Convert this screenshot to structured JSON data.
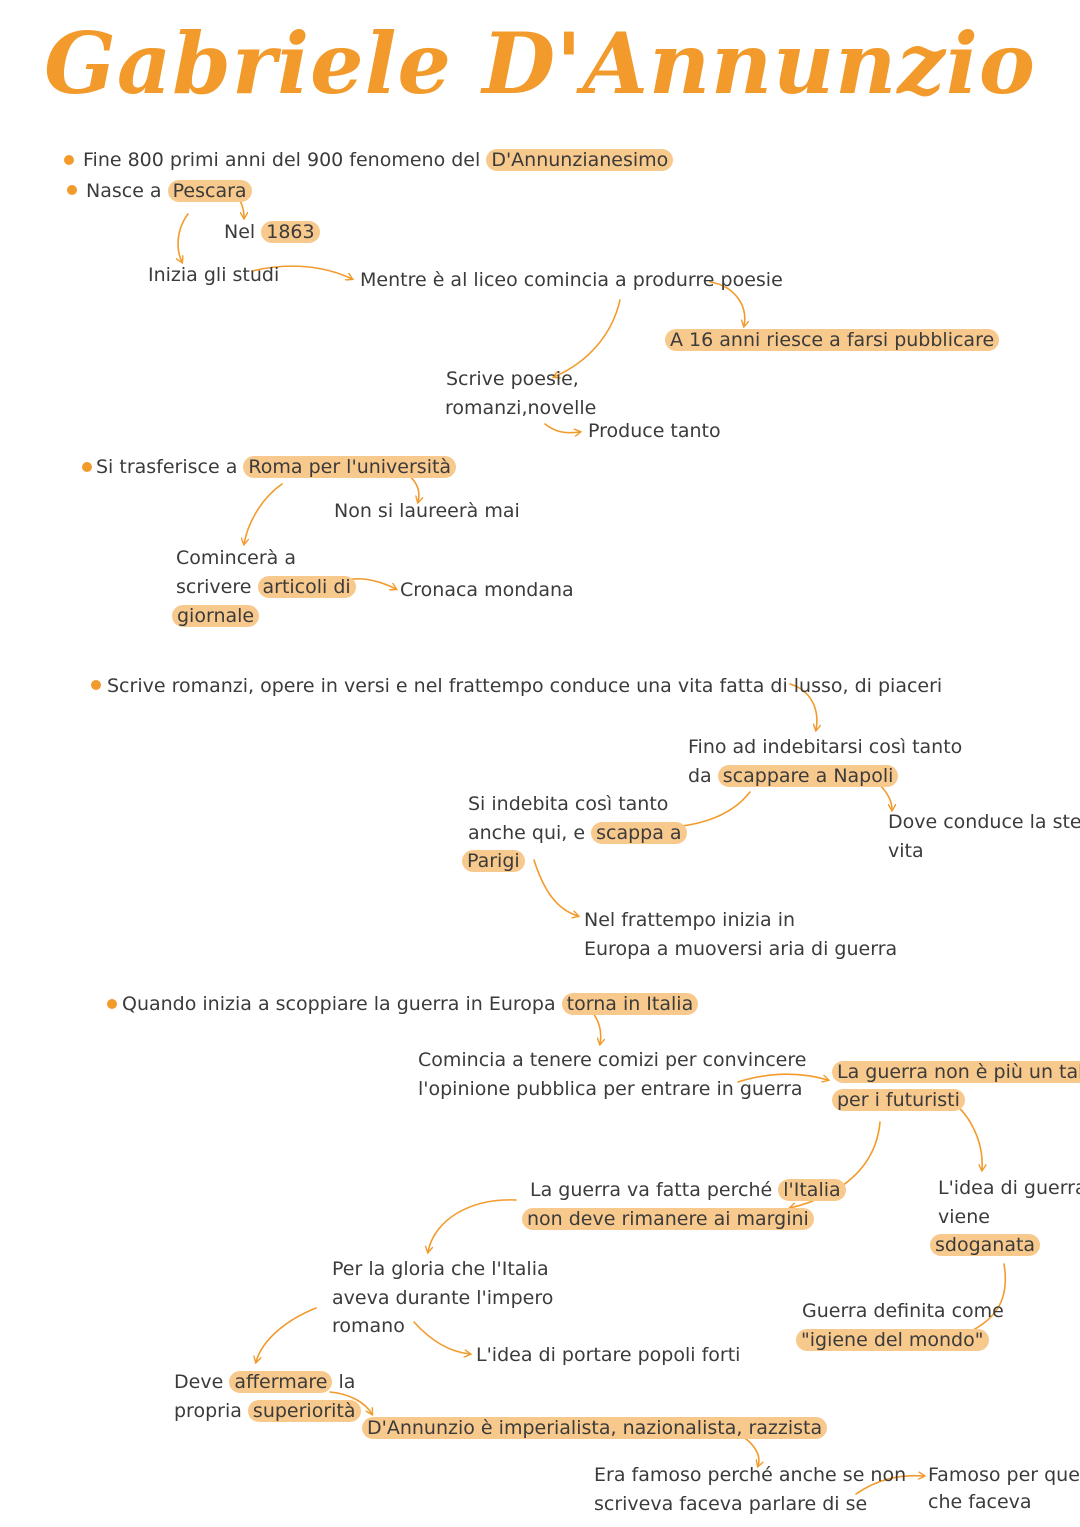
{
  "title": "Gabriele D'Annunzio",
  "accent_color": "#f29b2c",
  "highlight_color": "#f8c98c",
  "notes": {
    "b1_pre": "Fine 800 primi anni del 900 fenomeno del",
    "b1_hl": "D'Annunzianesimo",
    "b2_pre": "Nasce a",
    "b2_hl": "Pescara",
    "nel": "Nel",
    "year": "1863",
    "studi": "Inizia gli studi",
    "liceo": "Mentre è al liceo comincia a produrre poesie",
    "pubblicare": "A 16 anni riesce a farsi pubblicare",
    "scrive1": "Scrive poesie,",
    "scrive2": "romanzi,novelle",
    "produce": "Produce tanto",
    "b3_pre": "Si trasferisce a",
    "b3_hl": "Roma per l'università",
    "laurea": "Non si laureerà mai",
    "art1": "Comincerà a",
    "art2_pre": "scrivere",
    "art2_hl": "articoli di",
    "art3_hl": "giornale",
    "cronaca": "Cronaca mondana",
    "b4": "Scrive romanzi, opere in versi e nel frattempo conduce una vita fatta di lusso, di piaceri",
    "ind1": "Fino ad indebitarsi così tanto",
    "ind2_pre": "da",
    "ind2_hl": "scappare a Napoli",
    "stessa1": "Dove conduce la stessa",
    "stessa2": "vita",
    "par1": "Si indebita così tanto",
    "par2_pre": "anche qui, e",
    "par2_hl": "scappa a",
    "par3_hl": "Parigi",
    "aria1": "Nel frattempo inizia in",
    "aria2": "Europa a muoversi aria di guerra",
    "b5_pre": "Quando inizia a scoppiare la guerra in Europa",
    "b5_hl": "torna in Italia",
    "comizi1": "Comincia a tenere comizi per convincere",
    "comizi2": "l'opinione pubblica per entrare in guerra",
    "taboo1": "La guerra non è più un taboo",
    "taboo2": "per i futuristi",
    "idea1": "L'idea di guerra",
    "idea2": "viene",
    "idea3": "sdoganata",
    "igiene1": "Guerra definita come",
    "igiene2": "\"igiene del mondo\"",
    "margini1_pre": "La guerra va fatta perché",
    "margini1_hl": "l'Italia",
    "margini2_hl": "non deve rimanere ai margini",
    "gloria1": "Per la gloria che l'Italia",
    "gloria2": "aveva durante l'impero",
    "gloria3": "romano",
    "popoli": "L'idea di portare popoli forti",
    "aff1_pre": "Deve",
    "aff1_hl": "affermare",
    "aff1_post": "la",
    "aff2_pre": "propria",
    "aff2_hl": "superiorità",
    "imperialista": "D'Annunzio è imperialista, nazionalista, razzista",
    "famoso1": "Era famoso perché anche se non",
    "famoso2": "scriveva faceva parlare di se",
    "faceva1": "Famoso per quello",
    "faceva2": "che faceva"
  }
}
